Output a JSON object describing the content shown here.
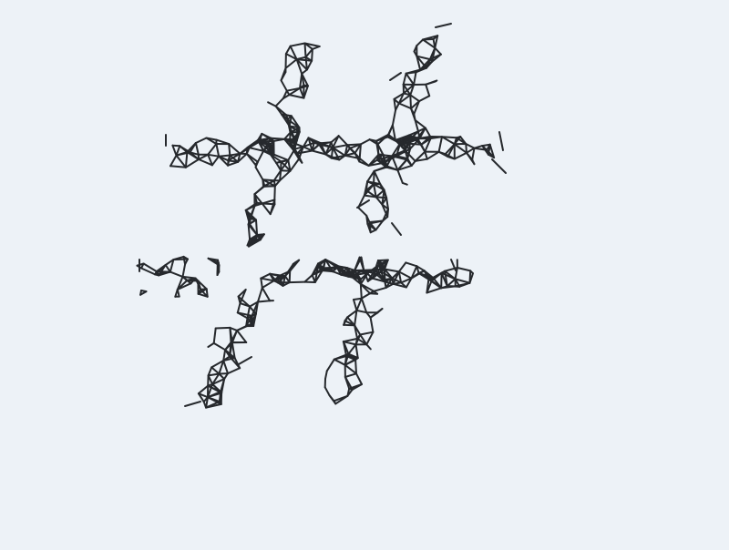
{
  "figure": {
    "description_symbol": "#",
    "style": "wireframe mesh network forming a hash sign",
    "background_color": "#edf2f7",
    "stroke_color": "#26292d",
    "strokes": [
      "upper-left-vertical",
      "upper-right-vertical",
      "top-horizontal",
      "bottom-horizontal",
      "lower-left-vertical",
      "lower-right-vertical"
    ]
  }
}
